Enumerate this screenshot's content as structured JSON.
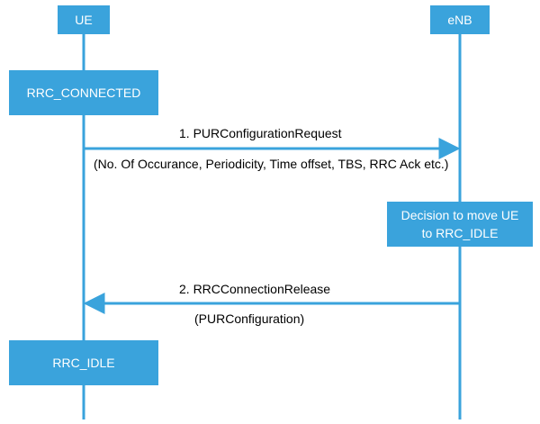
{
  "colors": {
    "accent": "#3aa3dc",
    "text_on_accent": "#ffffff",
    "text": "#000000"
  },
  "entities": {
    "ue": "UE",
    "enb": "eNB"
  },
  "states": {
    "connected": "RRC_CONNECTED",
    "idle": "RRC_IDLE",
    "decision_line1": "Decision to move UE",
    "decision_line2": "to RRC_IDLE"
  },
  "messages": [
    {
      "label": "1. PURConfigurationRequest",
      "from": "UE",
      "to": "eNB",
      "params": "(No. Of Occurance, Periodicity, Time offset, TBS, RRC Ack etc.)"
    },
    {
      "label": "2. RRCConnectionRelease",
      "from": "eNB",
      "to": "UE",
      "params": "(PURConfiguration)"
    }
  ]
}
